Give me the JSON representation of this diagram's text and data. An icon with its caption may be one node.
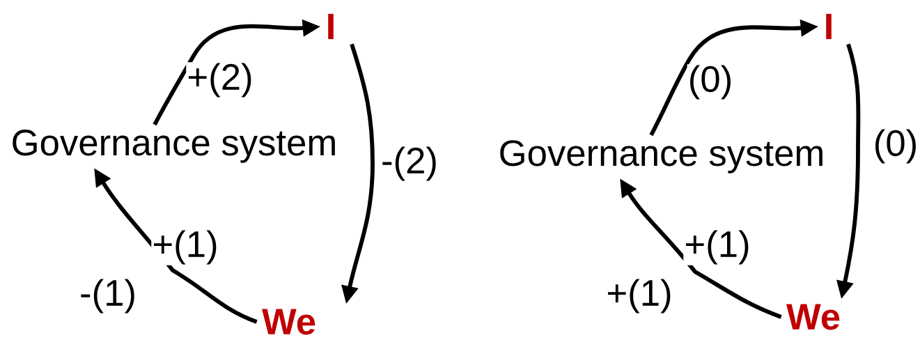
{
  "diagram": {
    "nodes": [
      {
        "text": [
          "Governance system"
        ]
      },
      {
        "text": [
          "I"
        ]
      },
      {
        "text": [
          "We"
        ]
      },
      {
        "text": [
          "Governance system"
        ]
      },
      {
        "text": [
          "I"
        ]
      },
      {
        "text": [
          "We"
        ]
      }
    ],
    "edges": [
      {
        "from": 0,
        "to": 1,
        "arrow": "to",
        "label": "+(2)"
      },
      {
        "from": 1,
        "to": 2,
        "arrow": "to",
        "label": "-(2)"
      },
      {
        "from": 2,
        "to": 0,
        "arrow": "to",
        "label": "+(1)"
      },
      {
        "from": 3,
        "to": 4,
        "arrow": "to",
        "label": "(0)"
      },
      {
        "from": 4,
        "to": 5,
        "arrow": "to",
        "label": "(0)"
      },
      {
        "from": 5,
        "to": 3,
        "arrow": "to",
        "label": "+(1)"
      }
    ],
    "labels": [
      "-(1)",
      "+(1)"
    ]
  }
}
